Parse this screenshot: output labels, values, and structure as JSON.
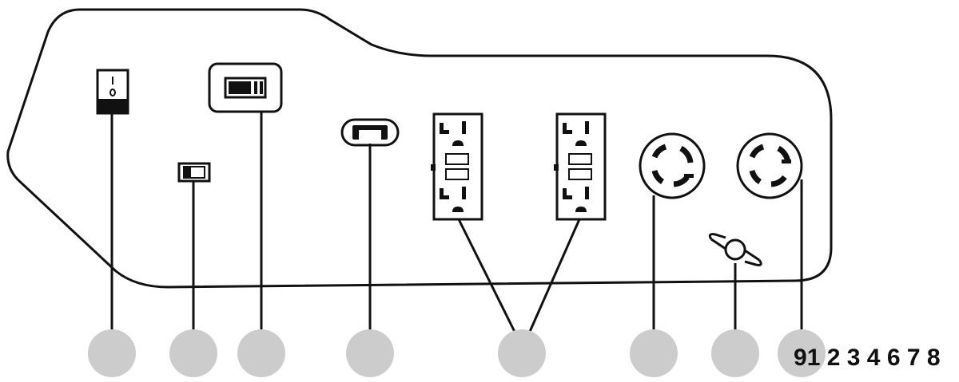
{
  "callout_labels": [
    "9",
    "1",
    "2",
    "3",
    "4",
    "6",
    "7",
    "8"
  ],
  "colors": {
    "outline": "#111111",
    "callout_circle": "#cccccc",
    "background": "#ffffff"
  },
  "icons": [
    "rocker-switch-icon",
    "small-switch-icon",
    "display-meter-icon",
    "usb-port-icon",
    "gfci-outlet-icon",
    "twist-lock-outlet-icon",
    "ground-terminal-icon"
  ]
}
